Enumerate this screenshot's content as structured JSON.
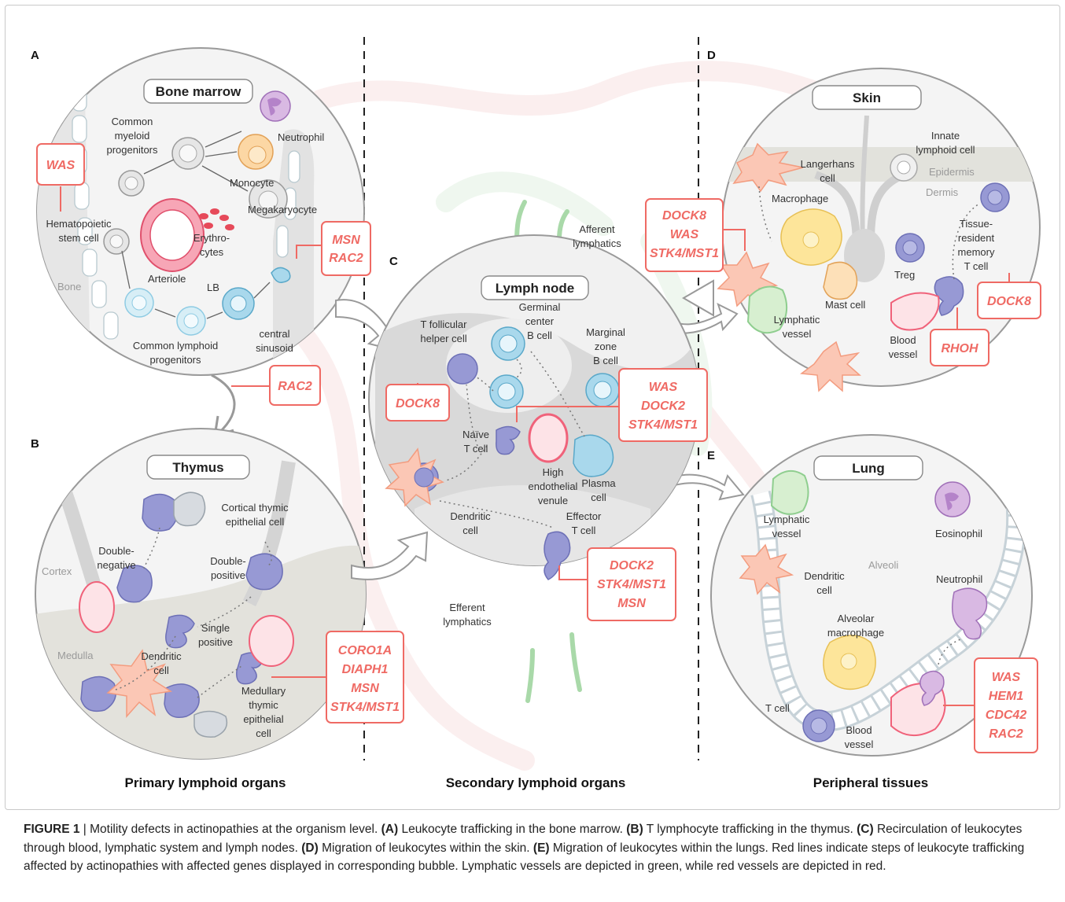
{
  "panels": {
    "A": {
      "letter": "A",
      "organ": "Bone marrow",
      "labels": {
        "common_myeloid": [
          "Common",
          "myeloid",
          "progenitors"
        ],
        "neutrophil": "Neutrophil",
        "monocyte": "Monocyte",
        "megakaryocyte": "Megakaryocyte",
        "erythrocytes": [
          "Erythro-",
          "cytes"
        ],
        "hematopoietic": [
          "Hematopoietic",
          "stem cell"
        ],
        "arteriole": "Arteriole",
        "bone": "Bone",
        "lb": "LB",
        "central_sinusoid": [
          "central",
          "sinusoid"
        ],
        "common_lymphoid": [
          "Common lymphoid",
          "progenitors"
        ]
      },
      "genes_was": [
        "WAS"
      ],
      "genes_msn": [
        "MSN",
        "RAC2"
      ],
      "genes_rac2": [
        "RAC2"
      ]
    },
    "B": {
      "letter": "B",
      "organ": "Thymus",
      "labels": {
        "cortical": [
          "Cortical thymic",
          "epithelial cell"
        ],
        "double_negative": [
          "Double-",
          "negative"
        ],
        "double_positive": [
          "Double-",
          "positive"
        ],
        "cortex": "Cortex",
        "single_positive": [
          "Single",
          "positive"
        ],
        "medulla": "Medulla",
        "dendritic": [
          "Dendritic",
          "cell"
        ],
        "medullary": [
          "Medullary",
          "thymic",
          "epithelial",
          "cell"
        ]
      },
      "genes": [
        "CORO1A",
        "DIAPH1",
        "MSN",
        "STK4/MST1"
      ]
    },
    "C": {
      "letter": "C",
      "organ": "Lymph node",
      "labels": {
        "afferent": [
          "Afferent",
          "lymphatics"
        ],
        "tfh": [
          "T follicular",
          "helper cell"
        ],
        "germinal": [
          "Germinal",
          "center",
          "B cell"
        ],
        "marginal": [
          "Marginal",
          "zone",
          "B cell"
        ],
        "naive": [
          "Naïve",
          "T cell"
        ],
        "hev": [
          "High",
          "endothelial",
          "venule"
        ],
        "plasma": [
          "Plasma",
          "cell"
        ],
        "dendritic": [
          "Dendritic",
          "cell"
        ],
        "effector": [
          "Effector",
          "T cell"
        ],
        "efferent": [
          "Efferent",
          "lymphatics"
        ]
      },
      "genes_dock8": [
        "DOCK8"
      ],
      "genes_was": [
        "WAS",
        "DOCK2",
        "STK4/MST1"
      ],
      "genes_dock2": [
        "DOCK2",
        "STK4/MST1",
        "MSN"
      ]
    },
    "D": {
      "letter": "D",
      "organ": "Skin",
      "labels": {
        "innate": [
          "Innate",
          "lymphoid cell"
        ],
        "langerhans": [
          "Langerhans",
          "cell"
        ],
        "epidermis": "Epidermis",
        "dermis": "Dermis",
        "macrophage": "Macrophage",
        "tissue_resident": [
          "Tissue-",
          "resident",
          "memory",
          "T cell"
        ],
        "treg": "Treg",
        "mast": "Mast cell",
        "lymphatic": [
          "Lymphatic",
          "vessel"
        ],
        "blood": [
          "Blood",
          "vessel"
        ]
      },
      "genes_main": [
        "DOCK8",
        "WAS",
        "STK4/MST1"
      ],
      "genes_dock8": [
        "DOCK8"
      ],
      "genes_rhoh": [
        "RHOH"
      ]
    },
    "E": {
      "letter": "E",
      "organ": "Lung",
      "labels": {
        "lymphatic": [
          "Lymphatic",
          "vessel"
        ],
        "eosinophil": "Eosinophil",
        "alveoli": "Alveoli",
        "dendritic": [
          "Dendritic",
          "cell"
        ],
        "neutrophil": "Neutrophil",
        "alveolar_macrophage": [
          "Alveolar",
          "macrophage"
        ],
        "t_cell": "T cell",
        "blood": [
          "Blood",
          "vessel"
        ]
      },
      "genes": [
        "WAS",
        "HEM1",
        "CDC42",
        "RAC2"
      ]
    }
  },
  "sections": {
    "primary": "Primary lymphoid organs",
    "secondary": "Secondary lymphoid organs",
    "peripheral": "Peripheral tissues"
  },
  "caption": {
    "figure": "FIGURE 1",
    "separator": " | ",
    "title": "Motility defects in actinopathies at the organism level.",
    "a_tag": "(A)",
    "a_text": " Leukocyte trafficking in the bone marrow.",
    "b_tag": "(B)",
    "b_text": " T lymphocyte trafficking in the thymus.",
    "c_tag": "(C)",
    "c_text": " Recirculation of leukocytes through blood, lymphatic system and lymph nodes.",
    "d_tag": "(D)",
    "d_text": " Migration of leukocytes within the skin.",
    "e_tag": "(E)",
    "e_text": " Migration of leukocytes within the lungs. Red lines indicate steps of leukocyte trafficking affected by actinopathies with affected genes displayed in corresponding bubble. Lymphatic vessels are depicted in green, while red vessels are depicted in red."
  },
  "colors": {
    "gene_red": "#ef6a64",
    "lymph_green": "#8fce8f",
    "t_cell_purple": "#7b7fc4",
    "b_cell_blue": "#8ecbe3",
    "dendritic_orange": "#f8b49a",
    "vessel_pink": "#f0627a",
    "organ_bg": "#e8e8e8"
  }
}
